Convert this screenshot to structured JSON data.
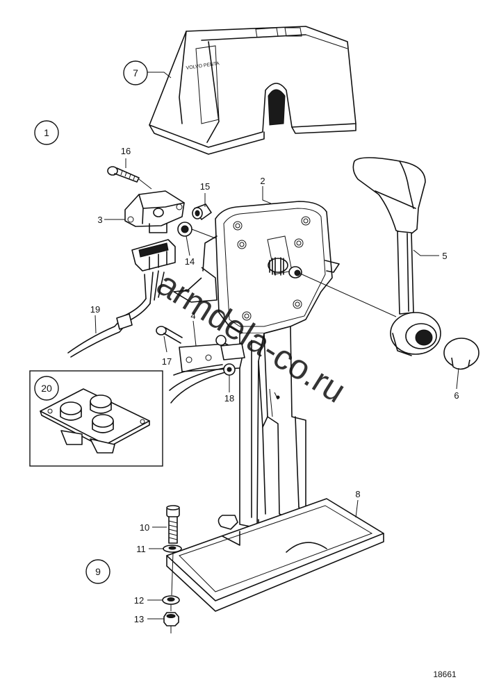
{
  "figure_number": "18661",
  "watermark": "armdela-co.ru",
  "watermark_color": "#c8287e",
  "callouts": [
    {
      "id": "c1",
      "text": "1",
      "circled": true
    },
    {
      "id": "c2",
      "text": "2",
      "circled": false
    },
    {
      "id": "c3",
      "text": "3",
      "circled": false
    },
    {
      "id": "c4",
      "text": "4",
      "circled": false
    },
    {
      "id": "c5",
      "text": "5",
      "circled": false
    },
    {
      "id": "c6",
      "text": "6",
      "circled": false
    },
    {
      "id": "c7",
      "text": "7",
      "circled": true
    },
    {
      "id": "c8",
      "text": "8",
      "circled": false
    },
    {
      "id": "c9",
      "text": "9",
      "circled": true
    },
    {
      "id": "c10",
      "text": "10",
      "circled": false
    },
    {
      "id": "c11",
      "text": "11",
      "circled": false
    },
    {
      "id": "c12",
      "text": "12",
      "circled": false
    },
    {
      "id": "c13",
      "text": "13",
      "circled": false
    },
    {
      "id": "c14",
      "text": "14",
      "circled": false
    },
    {
      "id": "c15",
      "text": "15",
      "circled": false
    },
    {
      "id": "c16",
      "text": "16",
      "circled": false
    },
    {
      "id": "c17",
      "text": "17",
      "circled": false
    },
    {
      "id": "c18",
      "text": "18",
      "circled": false
    },
    {
      "id": "c19",
      "text": "19",
      "circled": false
    },
    {
      "id": "c20",
      "text": "20",
      "circled": true
    }
  ],
  "cover_badge_text": "VOLVO PENTA"
}
